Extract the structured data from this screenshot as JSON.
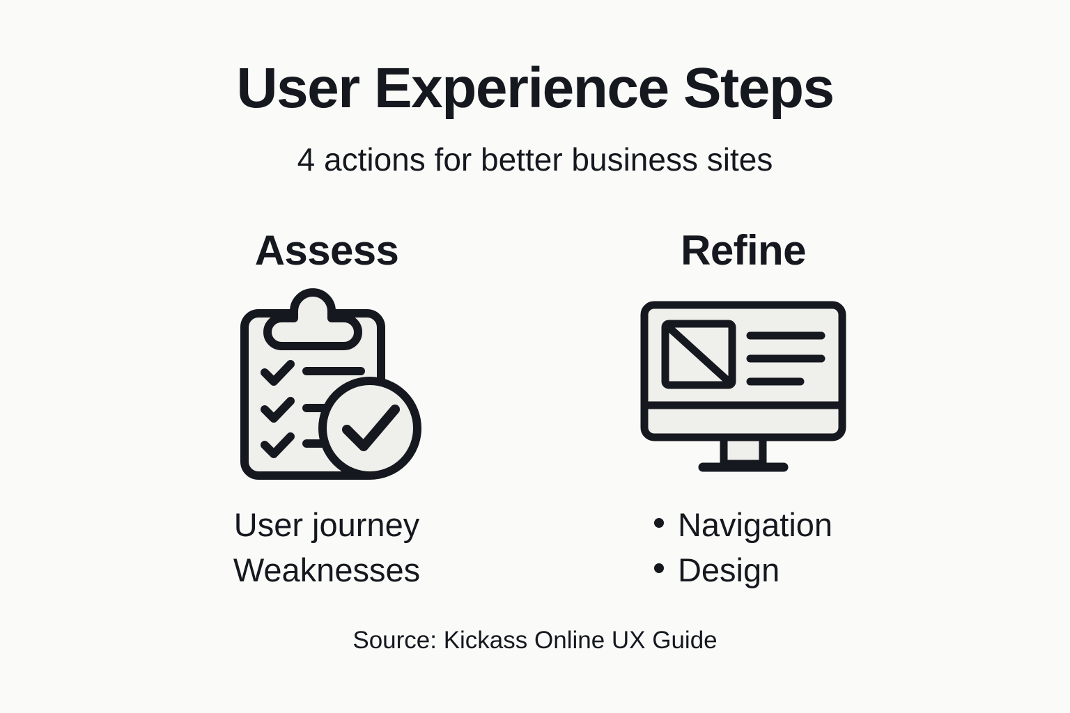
{
  "header": {
    "title": "User Experience Steps",
    "subtitle": "4 actions for better business sites"
  },
  "columns": [
    {
      "heading": "Assess",
      "icon": "clipboard-checklist-icon",
      "bulleted": false,
      "items": [
        {
          "label": "User journey"
        },
        {
          "label": "Weaknesses"
        }
      ]
    },
    {
      "heading": "Refine",
      "icon": "desktop-monitor-icon",
      "bulleted": true,
      "items": [
        {
          "label": "Navigation"
        },
        {
          "label": "Design"
        }
      ]
    }
  ],
  "source": "Source: Kickass Online UX Guide",
  "colors": {
    "background": "#FAFAF8",
    "ink": "#15181E",
    "icon_fill": "#EFEFEC"
  }
}
